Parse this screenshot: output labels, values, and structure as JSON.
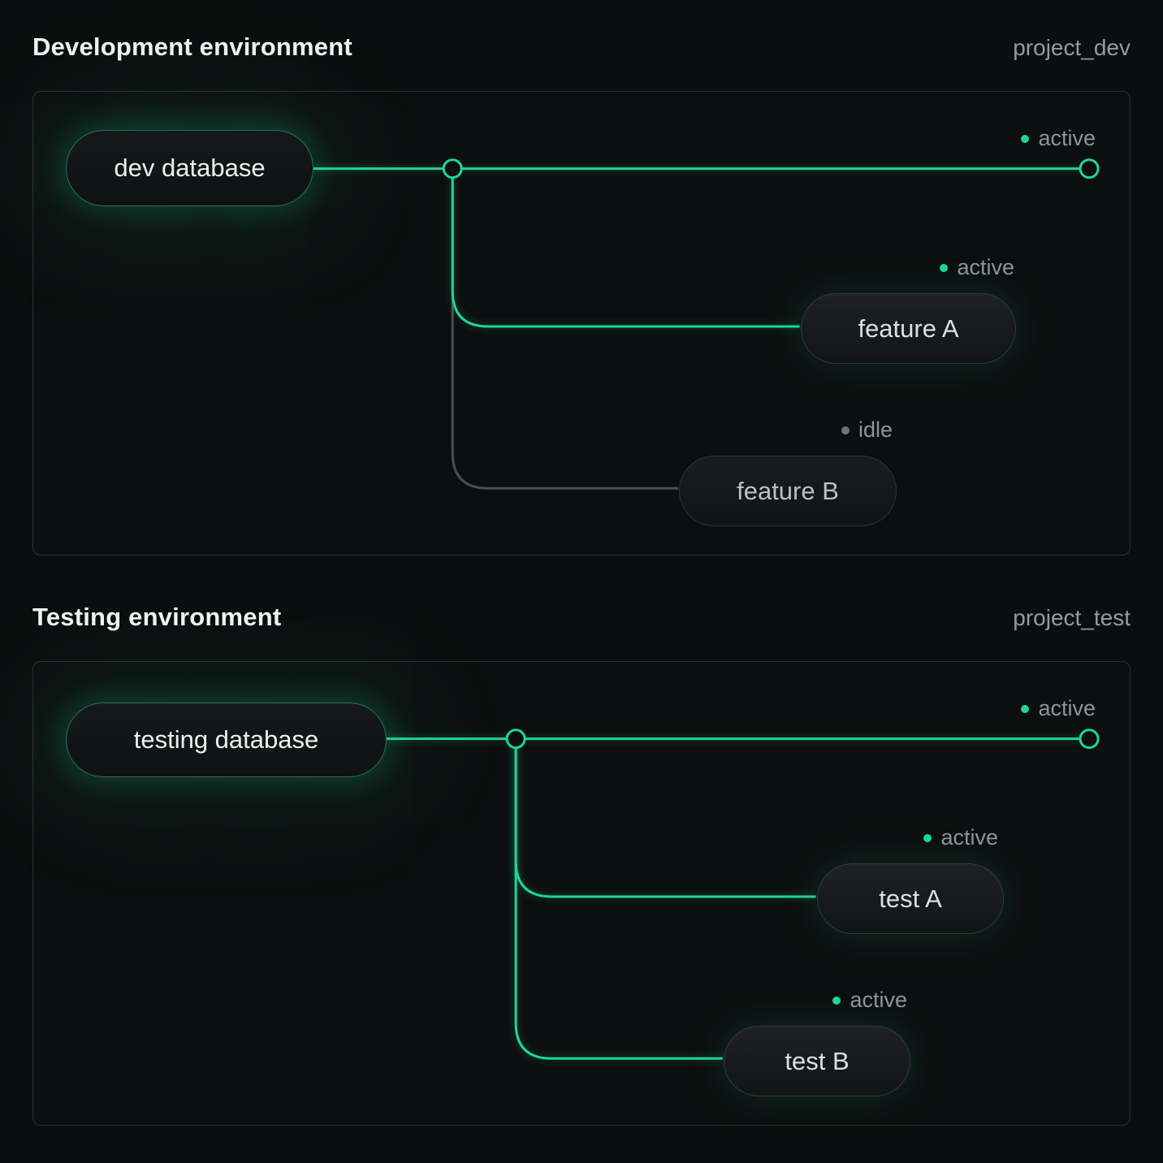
{
  "colors": {
    "accent": "#1bd896",
    "idle": "#6e767d",
    "line_idle": "#4a4f53"
  },
  "sections": [
    {
      "title": "Development environment",
      "project": "project_dev",
      "root_label": "dev database",
      "trunk_status": "active",
      "branches": [
        {
          "label": "feature A",
          "status": "active"
        },
        {
          "label": "feature B",
          "status": "idle"
        }
      ]
    },
    {
      "title": "Testing environment",
      "project": "project_test",
      "root_label": "testing database",
      "trunk_status": "active",
      "branches": [
        {
          "label": "test A",
          "status": "active"
        },
        {
          "label": "test B",
          "status": "active"
        }
      ]
    }
  ]
}
